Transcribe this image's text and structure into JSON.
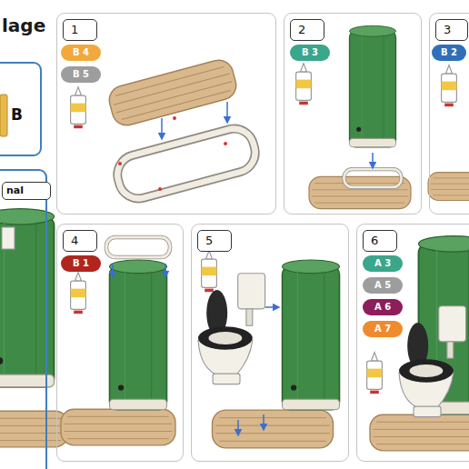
{
  "diagram": {
    "title": "lage",
    "nodes": [
      {
        "text": [
          "B"
        ]
      },
      {
        "text": [
          "nal"
        ]
      },
      {
        "text": [
          "1"
        ]
      },
      {
        "text": [
          "B 4"
        ],
        "in": 2
      },
      {
        "text": [
          "B 5"
        ],
        "in": 2
      },
      {
        "text": [
          "2"
        ]
      },
      {
        "text": [
          "B 3"
        ],
        "in": 5
      },
      {
        "text": [
          "3"
        ]
      },
      {
        "text": [
          "B 2"
        ],
        "in": 7
      },
      {
        "text": [
          "4"
        ]
      },
      {
        "text": [
          "B 1"
        ],
        "in": 9
      },
      {
        "text": [
          "5"
        ]
      },
      {
        "text": [
          "6"
        ]
      },
      {
        "text": [
          "A 3"
        ],
        "in": 12
      },
      {
        "text": [
          "A 5"
        ],
        "in": 12
      },
      {
        "text": [
          "A 6"
        ],
        "in": 12
      },
      {
        "text": [
          "A 7"
        ],
        "in": 12
      }
    ]
  }
}
